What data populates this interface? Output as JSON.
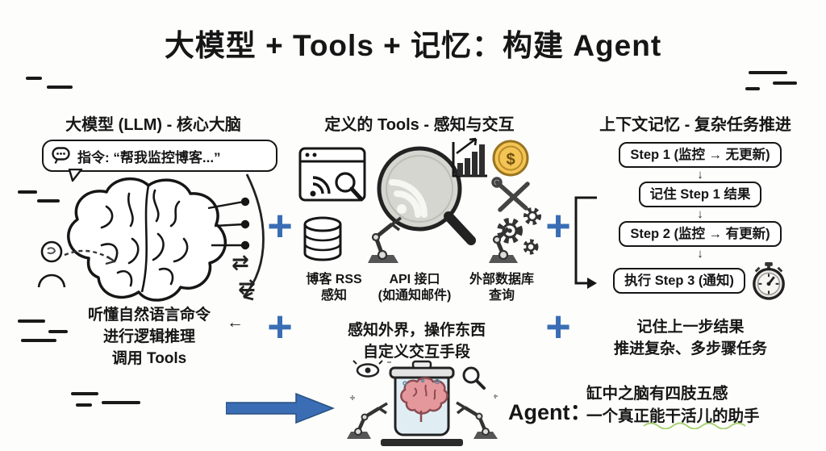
{
  "title": "大模型 + Tools + 记忆：构建 Agent",
  "glyphs": {
    "plus": "+",
    "arrow_down": "↓",
    "exchange_arrows": "⇄",
    "back_arrow": "←",
    "dollar": "$"
  },
  "colors": {
    "accent_blue": "#3a6db4",
    "coin_gold": "#f4c454",
    "ink": "#161616"
  },
  "llm_column": {
    "header": "大模型 (LLM) - 核心大脑",
    "instruction_bubble": "指令: “帮我监控博客...”",
    "capabilities": [
      "听懂自然语言命令",
      "进行逻辑推理",
      "调用 Tools"
    ]
  },
  "tools_column": {
    "header": "定义的 Tools - 感知与交互",
    "tool_labels": [
      {
        "line1": "博客 RSS",
        "line2": "感知"
      },
      {
        "line1": "API 接口",
        "line2": "(如通知邮件)"
      },
      {
        "line1": "外部数据库",
        "line2": "查询"
      }
    ],
    "summary": [
      "感知外界，操作东西",
      "自定义交互手段"
    ]
  },
  "memory_column": {
    "header": "上下文记忆 - 复杂任务推进",
    "steps": [
      "Step 1 (监控 → 无更新)",
      "记住 Step 1 结果",
      "Step 2 (监控 → 有更新)",
      "执行 Step 3 (通知)"
    ],
    "summary": [
      "记住上一步结果",
      "推进复杂、多步骤任务"
    ]
  },
  "footer": {
    "agent_label": "Agent：",
    "description": [
      "缸中之脑有四肢五感",
      "一个真正能干活儿的助手"
    ]
  }
}
